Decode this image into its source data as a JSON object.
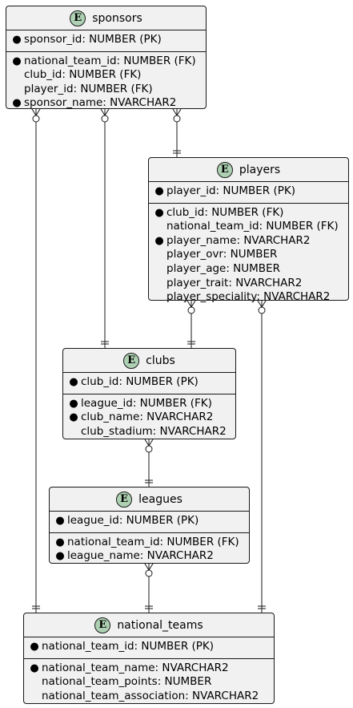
{
  "entities": [
    {
      "id": "sponsors",
      "icon": "E",
      "name": "sponsors",
      "pk": [
        {
          "mandatory": true,
          "text": "sponsor_id: NUMBER (PK)"
        }
      ],
      "fields": [
        {
          "mandatory": true,
          "text": "national_team_id: NUMBER (FK)"
        },
        {
          "mandatory": false,
          "text": "club_id: NUMBER (FK)"
        },
        {
          "mandatory": false,
          "text": "player_id: NUMBER (FK)"
        },
        {
          "mandatory": true,
          "text": "sponsor_name: NVARCHAR2"
        }
      ]
    },
    {
      "id": "players",
      "icon": "E",
      "name": "players",
      "pk": [
        {
          "mandatory": true,
          "text": "player_id: NUMBER (PK)"
        }
      ],
      "fields": [
        {
          "mandatory": true,
          "text": "club_id: NUMBER (FK)"
        },
        {
          "mandatory": false,
          "text": "national_team_id: NUMBER (FK)"
        },
        {
          "mandatory": true,
          "text": "player_name: NVARCHAR2"
        },
        {
          "mandatory": false,
          "text": "player_ovr: NUMBER"
        },
        {
          "mandatory": false,
          "text": "player_age: NUMBER"
        },
        {
          "mandatory": false,
          "text": "player_trait: NVARCHAR2"
        },
        {
          "mandatory": false,
          "text": "player_speciality: NVARCHAR2"
        }
      ]
    },
    {
      "id": "clubs",
      "icon": "E",
      "name": "clubs",
      "pk": [
        {
          "mandatory": true,
          "text": "club_id: NUMBER (PK)"
        }
      ],
      "fields": [
        {
          "mandatory": true,
          "text": "league_id: NUMBER (FK)"
        },
        {
          "mandatory": true,
          "text": "club_name: NVARCHAR2"
        },
        {
          "mandatory": false,
          "text": "club_stadium: NVARCHAR2"
        }
      ]
    },
    {
      "id": "leagues",
      "icon": "E",
      "name": "leagues",
      "pk": [
        {
          "mandatory": true,
          "text": "league_id: NUMBER (PK)"
        }
      ],
      "fields": [
        {
          "mandatory": true,
          "text": "national_team_id: NUMBER (FK)"
        },
        {
          "mandatory": true,
          "text": "league_name: NVARCHAR2"
        }
      ]
    },
    {
      "id": "national_teams",
      "icon": "E",
      "name": "national_teams",
      "pk": [
        {
          "mandatory": true,
          "text": "national_team_id: NUMBER (PK)"
        }
      ],
      "fields": [
        {
          "mandatory": true,
          "text": "national_team_name: NVARCHAR2"
        },
        {
          "mandatory": false,
          "text": "national_team_points: NUMBER"
        },
        {
          "mandatory": false,
          "text": "national_team_association: NVARCHAR2"
        }
      ]
    }
  ],
  "relationships": [
    {
      "from": "sponsors",
      "to": "national_teams",
      "from_card": "zero-or-many",
      "to_card": "exactly-one"
    },
    {
      "from": "sponsors",
      "to": "clubs",
      "from_card": "zero-or-many",
      "to_card": "exactly-one"
    },
    {
      "from": "sponsors",
      "to": "players",
      "from_card": "zero-or-many",
      "to_card": "exactly-one"
    },
    {
      "from": "players",
      "to": "clubs",
      "from_card": "zero-or-many",
      "to_card": "exactly-one"
    },
    {
      "from": "players",
      "to": "national_teams",
      "from_card": "zero-or-many",
      "to_card": "exactly-one"
    },
    {
      "from": "clubs",
      "to": "leagues",
      "from_card": "zero-or-many",
      "to_card": "exactly-one"
    },
    {
      "from": "leagues",
      "to": "national_teams",
      "from_card": "zero-or-many",
      "to_card": "exactly-one"
    }
  ],
  "colors": {
    "entity_fill": "#f1f1f1",
    "badge_fill": "#add1b2",
    "line": "#181818"
  }
}
